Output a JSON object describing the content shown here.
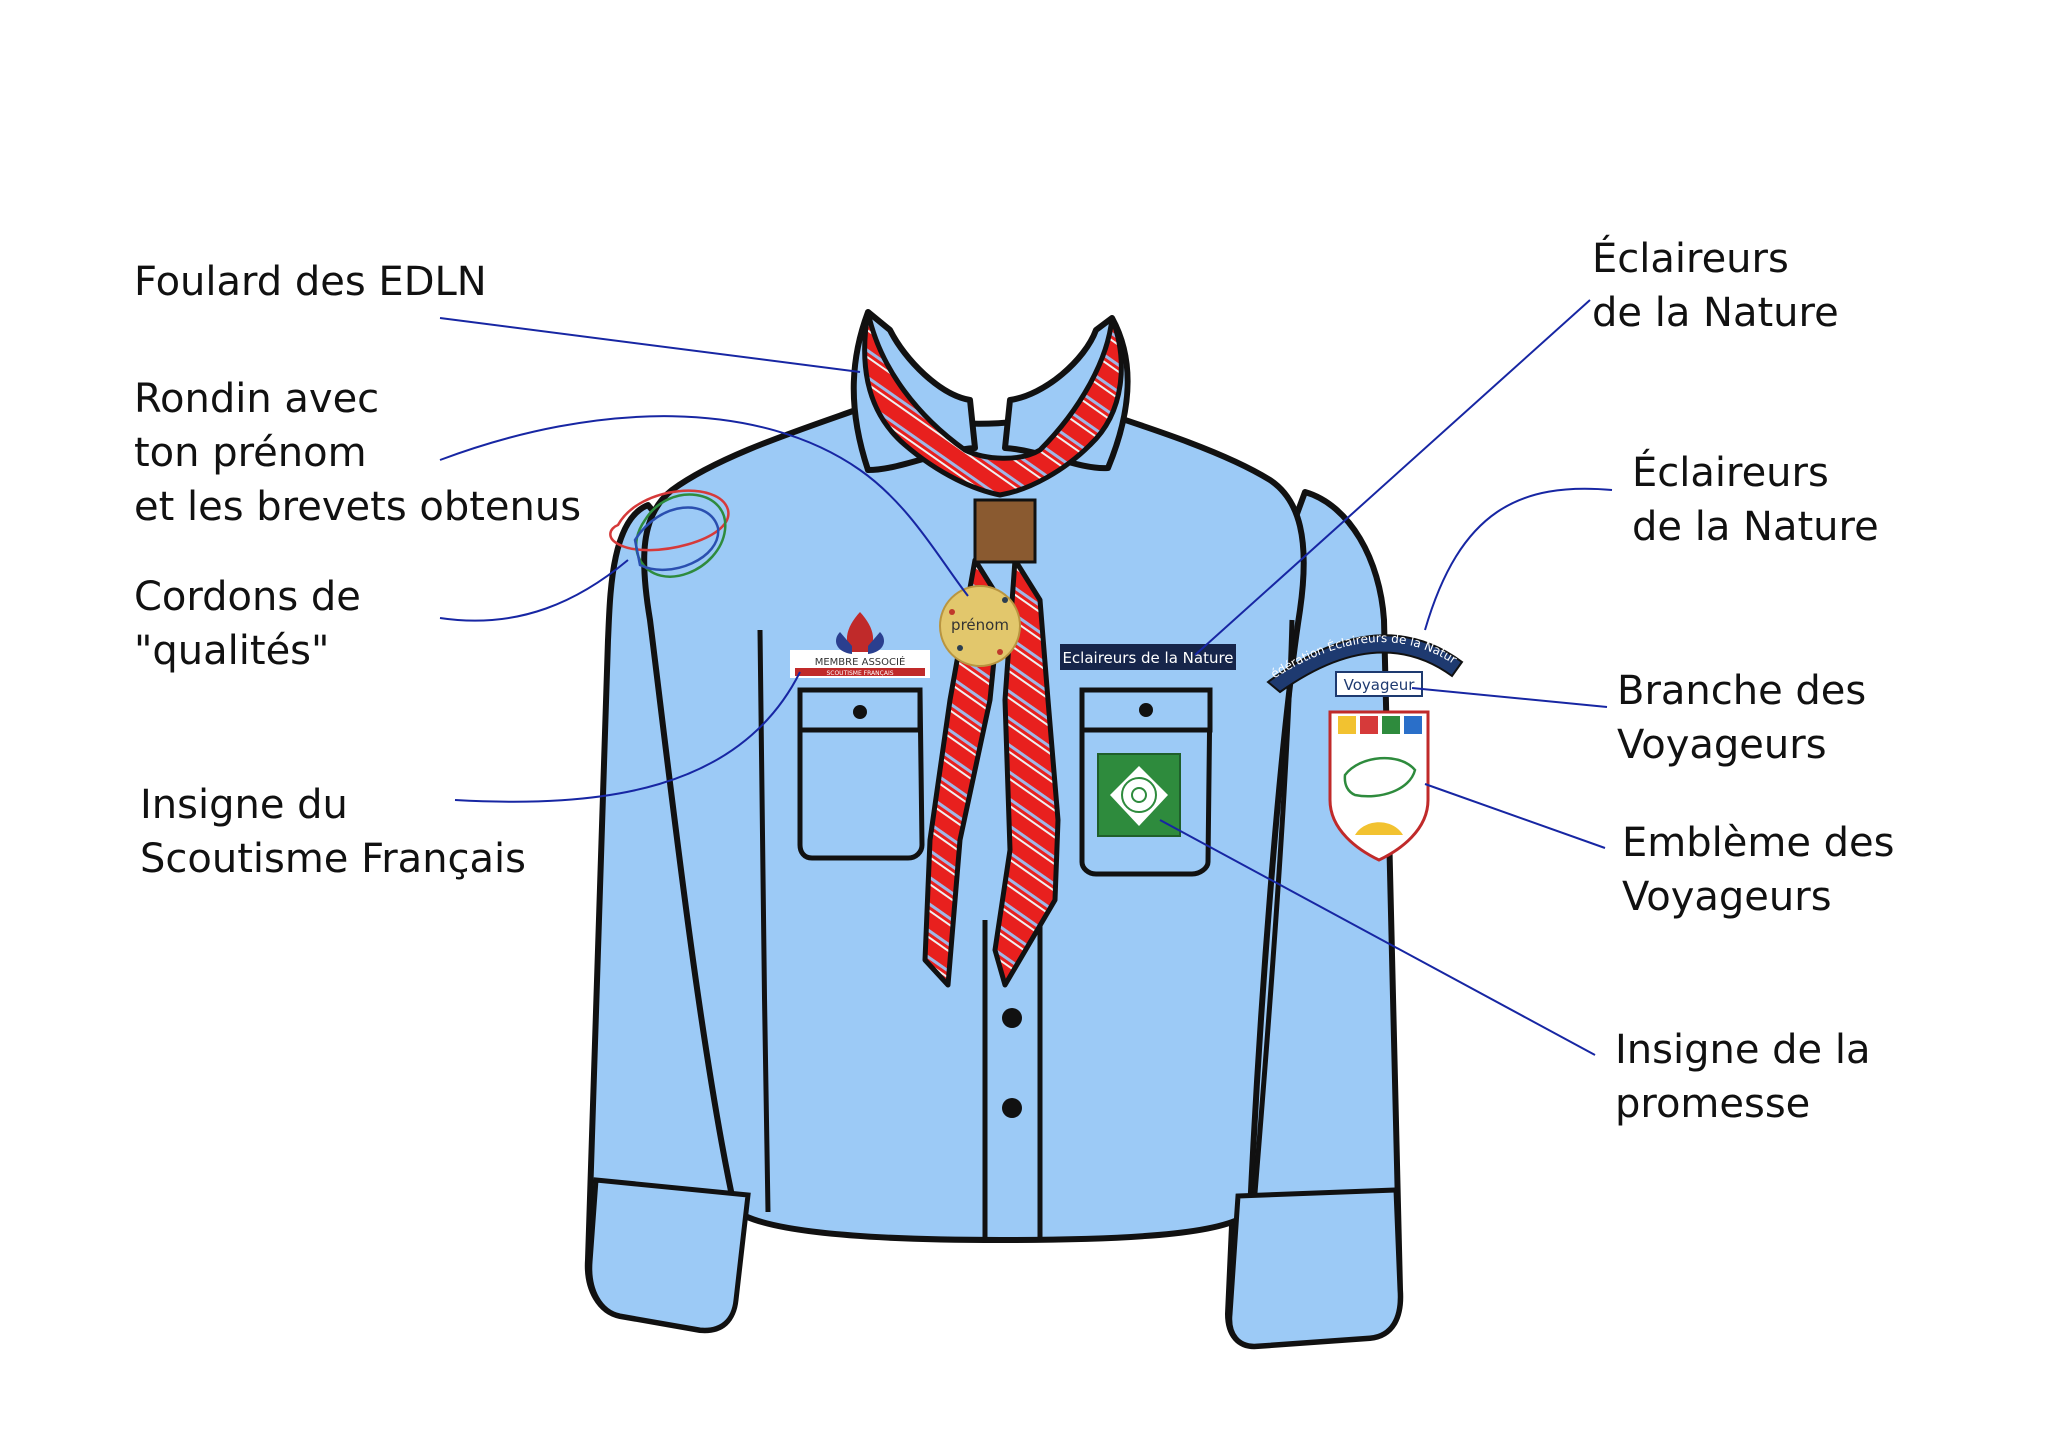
{
  "colors": {
    "shirt": "#9ccaf6",
    "outline": "#111111",
    "scarf": "#e8201e",
    "scarf_stripe": "#9fb7e6",
    "leader_line": "#1726a3",
    "woggle": "#8a5a30",
    "name_disc": "#e2c76c"
  },
  "callouts": [
    {
      "id": "foulard",
      "lines": [
        "Foulard des EDLN"
      ]
    },
    {
      "id": "rondin",
      "lines": [
        "Rondin avec",
        "ton prénom",
        "et les brevets obtenus"
      ]
    },
    {
      "id": "cordons",
      "lines": [
        "Cordons de",
        "\"qualités\""
      ]
    },
    {
      "id": "insigne-sf",
      "lines": [
        "Insigne du",
        "Scoutisme Français"
      ]
    },
    {
      "id": "edln-chest",
      "lines": [
        "Éclaireurs",
        "de la Nature"
      ]
    },
    {
      "id": "edln-sleeve",
      "lines": [
        "Éclaireurs",
        "de la Nature"
      ]
    },
    {
      "id": "branche",
      "lines": [
        "Branche des",
        "Voyageurs"
      ]
    },
    {
      "id": "embleme",
      "lines": [
        "Emblème des",
        "Voyageurs"
      ]
    },
    {
      "id": "promesse",
      "lines": [
        "Insigne de la",
        "promesse"
      ]
    }
  ],
  "badges": {
    "name_disc": "prénom",
    "chest_strip": "Eclaireurs de la Nature",
    "sleeve_arc": "Fédération Éclaireurs de la Nature",
    "sleeve_branch": "Voyageur",
    "sf_badge_top": "MEMBRE ASSOCIÉ",
    "sf_badge_bottom": "SCOUTISME FRANÇAIS"
  }
}
